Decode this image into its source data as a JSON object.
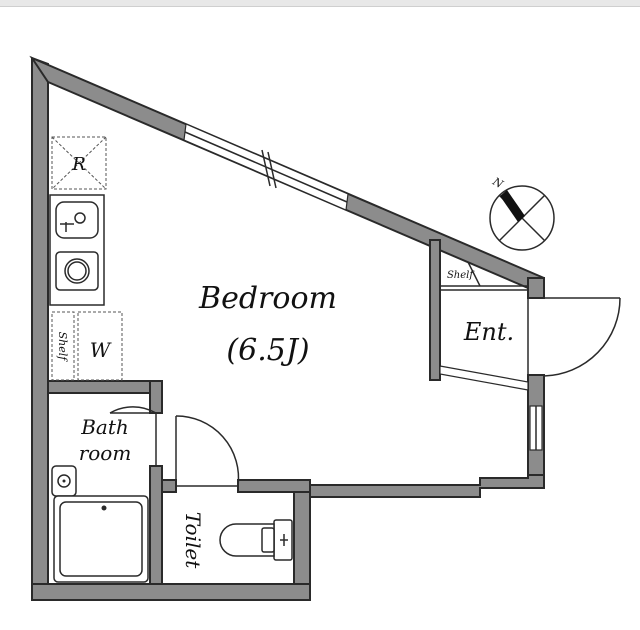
{
  "rooms": {
    "bedroom": {
      "name": "Bedroom",
      "size": "(6.5J)"
    },
    "entrance": "Ent.",
    "bathroom": [
      "Bath",
      "room"
    ],
    "toilet": "Toilet"
  },
  "fixtures": {
    "refrigerator": "R",
    "washer": "W",
    "kitchen_shelf": "Shelf",
    "entrance_shelf": "Shelf"
  },
  "compass": {
    "north_label": "N"
  },
  "colors": {
    "wall": "#8c8c8c",
    "line": "#2a2a2a",
    "background": "#ffffff"
  }
}
